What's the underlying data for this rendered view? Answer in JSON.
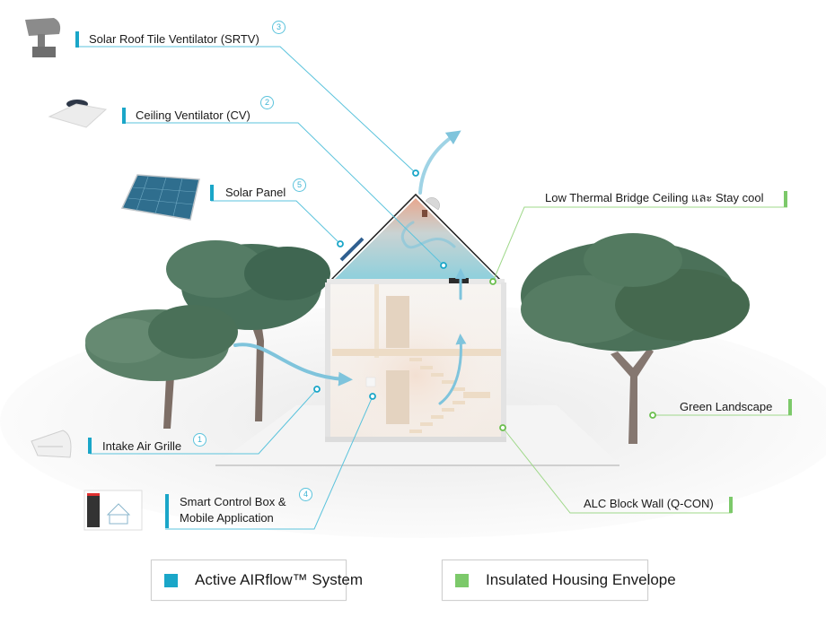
{
  "colors": {
    "active_airflow": "#1aa6c8",
    "insulated_envelope": "#7cc96a",
    "airflow_arrow": "#7fc4dc",
    "tree_foliage": "#4a6e58",
    "tree_trunk": "#8a7c72"
  },
  "components": [
    {
      "id": "srtv",
      "label": "Solar Roof Tile Ventilator (SRTV)",
      "number": "3",
      "group": "active_airflow",
      "icon": "roof-ventilator-icon"
    },
    {
      "id": "cv",
      "label": "Ceiling Ventilator (CV)",
      "number": "2",
      "group": "active_airflow",
      "icon": "ceiling-ventilator-icon"
    },
    {
      "id": "solar",
      "label": "Solar Panel",
      "number": "5",
      "group": "active_airflow",
      "icon": "solar-panel-icon"
    },
    {
      "id": "intake",
      "label": "Intake Air Grille",
      "number": "1",
      "group": "active_airflow",
      "icon": "air-grille-icon"
    },
    {
      "id": "smart",
      "label_line1": "Smart Control Box &",
      "label_line2": "Mobile Application",
      "number": "4",
      "group": "active_airflow",
      "icon": "tablet-app-icon"
    }
  ],
  "envelope_items": [
    {
      "id": "ceiling",
      "label": "Low Thermal Bridge Ceiling และ Stay cool",
      "group": "insulated_envelope"
    },
    {
      "id": "landscape",
      "label": "Green Landscape",
      "group": "insulated_envelope"
    },
    {
      "id": "alc",
      "label": "ALC Block Wall (Q-CON)",
      "group": "insulated_envelope"
    }
  ],
  "legend": [
    {
      "label": "Active AIRflow™ System",
      "color": "#1aa6c8"
    },
    {
      "label": "Insulated Housing Envelope",
      "color": "#7cc96a"
    }
  ]
}
